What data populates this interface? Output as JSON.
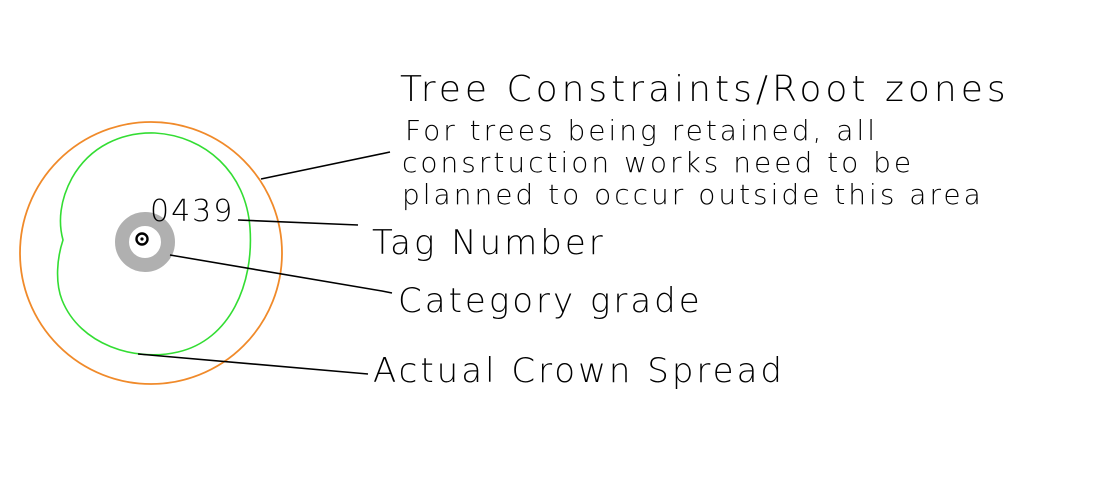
{
  "legend": {
    "title": "Tree Constraints/Root zones",
    "note_lines": [
      "For trees being retained, all",
      "consrtuction works need to be",
      "planned to occur outside this area"
    ],
    "tag_number_label": "Tag Number",
    "category_grade_label": "Category grade",
    "crown_spread_label": "Actual Crown Spread"
  },
  "tree": {
    "tag": "0439"
  },
  "colors": {
    "root_zone": "#f08a2a",
    "crown_spread": "#33dd33",
    "category_ring": "#b0b0b0",
    "trunk": "#000000",
    "text": "#000000",
    "background": "#ffffff"
  }
}
